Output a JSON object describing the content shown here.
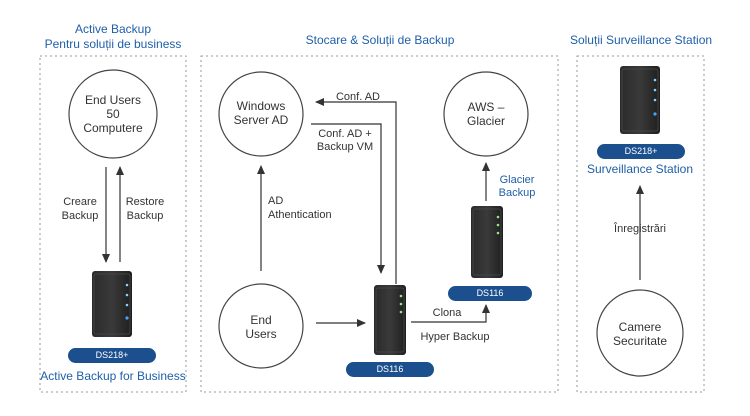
{
  "panels": {
    "left": {
      "title_line1": "Active Backup",
      "title_line2": "Pentru soluții de business",
      "footer": "Active Backup for Business"
    },
    "middle": {
      "title": "Stocare & Soluții de Backup"
    },
    "right": {
      "title": "Soluții Surveillance Station",
      "footer": "Surveillance Station"
    }
  },
  "nodes": {
    "end_users_computers": {
      "line1": "End Users",
      "line2": "50",
      "line3": "Computere"
    },
    "windows_server": {
      "line1": "Windows",
      "line2": "Server AD"
    },
    "aws_glacier": {
      "line1": "AWS –",
      "line2": "Glacier"
    },
    "end_users": {
      "line1": "End",
      "line2": "Users"
    },
    "cameras": {
      "line1": "Camere",
      "line2": "Securitate"
    }
  },
  "devices": {
    "left": "DS218+",
    "middle": "DS116",
    "glacier": "DS116",
    "right": "DS218+"
  },
  "edge_labels": {
    "create_backup_1": "Creare",
    "create_backup_2": "Backup",
    "restore_backup_1": "Restore",
    "restore_backup_2": "Backup",
    "conf_ad": "Conf. AD",
    "conf_ad_backup_1": "Conf. AD +",
    "conf_ad_backup_2": "Backup VM",
    "ad_auth_1": "AD",
    "ad_auth_2": "Athentication",
    "glacier_backup_1": "Glacier",
    "glacier_backup_2": "Backup",
    "clona": "Clona",
    "hyper_backup": "Hyper Backup",
    "inregistrari": "Înregistrări"
  },
  "colors": {
    "accent_blue": "#1f5fa8",
    "pill": "#1b4f8e",
    "border": "#9a9a9a",
    "line": "#444444"
  }
}
